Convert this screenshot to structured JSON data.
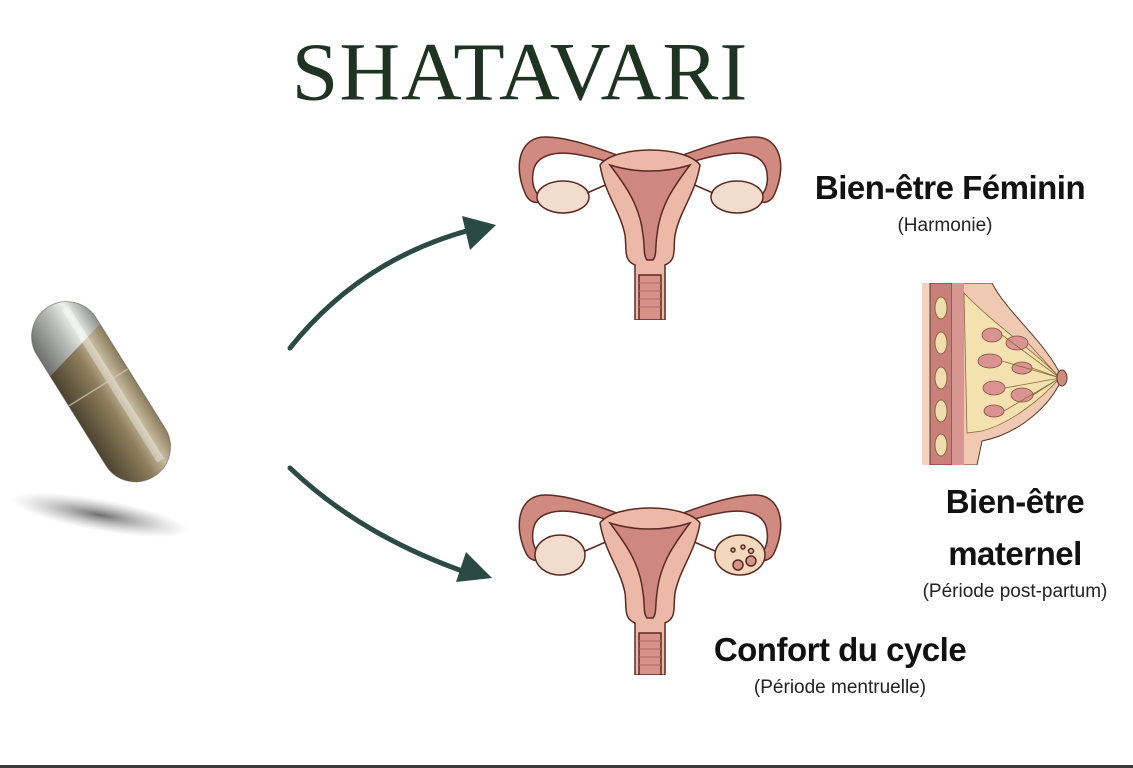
{
  "title": "SHATAVARI",
  "colors": {
    "title": "#1f3322",
    "arrow": "#2c4a44",
    "organ_fill": "#e9b3a3",
    "organ_dark": "#c8706c",
    "organ_outline": "#5a2a22",
    "ovary": "#f2dccd",
    "capsule_powder": "#8b7a5a",
    "text": "#111111"
  },
  "source": {
    "icon": "capsule-icon",
    "description": "Shatavari capsule"
  },
  "arrows": [
    {
      "name": "arrow-up",
      "direction": "to top uterus"
    },
    {
      "name": "arrow-down",
      "direction": "to bottom uterus"
    }
  ],
  "benefits": [
    {
      "icon": "uterus-icon",
      "title": "Bien-être Féminin",
      "subtitle": "(Harmonie)"
    },
    {
      "icon": "breast-anatomy-icon",
      "title_line1": "Bien-être",
      "title_line2": "maternel",
      "subtitle": "(Période post-partum)"
    },
    {
      "icon": "uterus-cycle-icon",
      "title": "Confort du cycle",
      "subtitle": "(Période mentruelle)"
    }
  ]
}
